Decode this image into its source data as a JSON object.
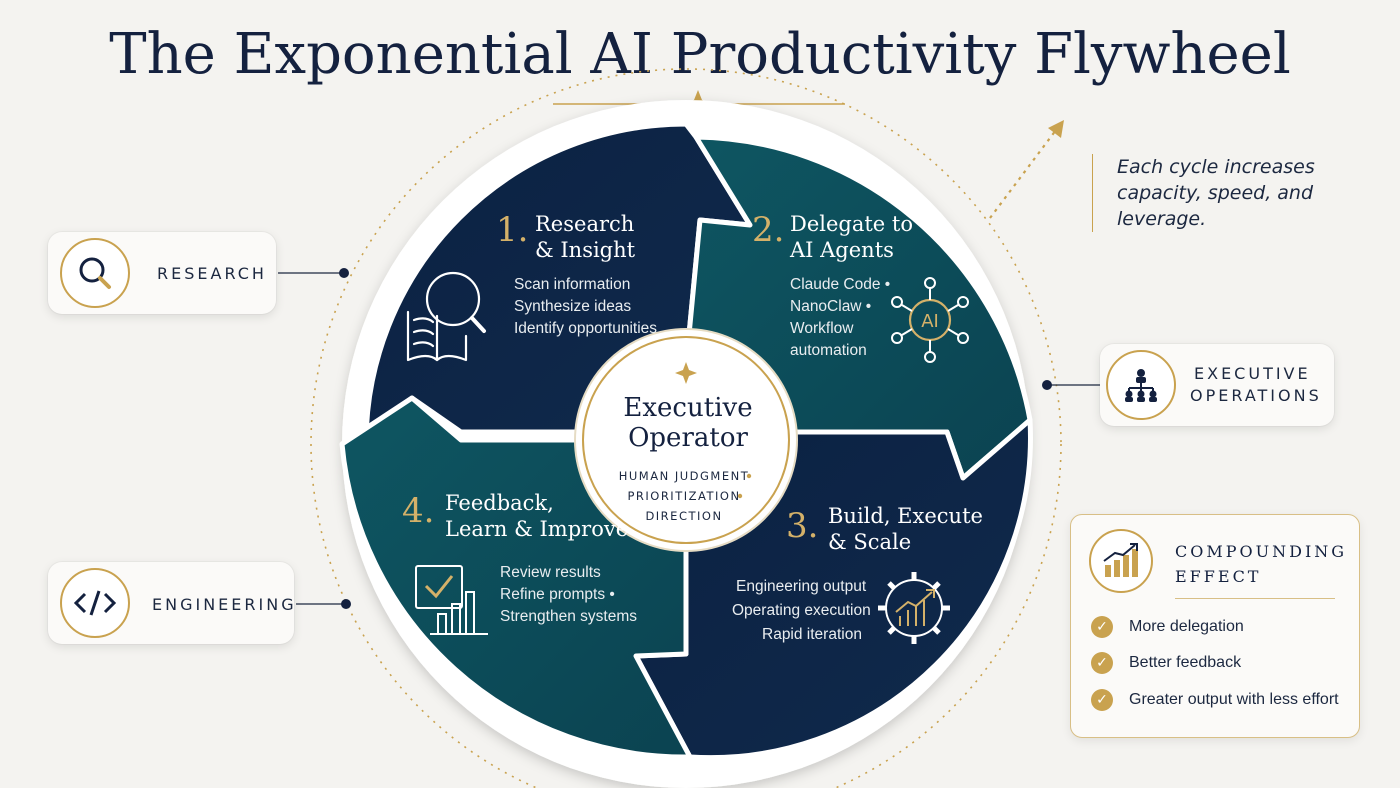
{
  "title": "The Exponential AI Productivity Flywheel",
  "stages": [
    {
      "num": "1.",
      "title": [
        "Research",
        "& Insight"
      ],
      "items": [
        "Scan information",
        "Synthesize ideas",
        "Identify opportunities"
      ],
      "icon": "book-magnifier-icon"
    },
    {
      "num": "2.",
      "title": [
        "Delegate to",
        "AI Agents"
      ],
      "items": [
        "Claude Code •",
        "NanoClaw •",
        "Workflow",
        "automation"
      ],
      "icon": "ai-network-icon",
      "icon_text": "AI"
    },
    {
      "num": "3.",
      "title": [
        "Build, Execute",
        "& Scale"
      ],
      "items": [
        "Engineering output",
        "Operating execution",
        "Rapid iteration"
      ],
      "icon": "gear-chart-icon"
    },
    {
      "num": "4.",
      "title": [
        "Feedback,",
        "Learn & Improve"
      ],
      "items": [
        "Review results",
        "Refine prompts •",
        "Strengthen systems"
      ],
      "icon": "checklist-chart-icon"
    }
  ],
  "center": {
    "title": [
      "Executive",
      "Operator"
    ],
    "sub": [
      "HUMAN JUDGMENT",
      "PRIORITIZATION",
      "DIRECTION"
    ]
  },
  "pills": {
    "research": {
      "label": "RESEARCH",
      "icon": "search-icon"
    },
    "engineering": {
      "label": "ENGINEERING",
      "icon": "code-icon"
    },
    "operations": {
      "label": [
        "EXECUTIVE",
        "OPERATIONS"
      ],
      "icon": "org-chart-icon"
    }
  },
  "note": "Each cycle increases capacity, speed, and leverage.",
  "compounding": {
    "title": [
      "COMPOUNDING",
      "EFFECT"
    ],
    "icon": "bar-chart-growth-icon",
    "items": [
      "More delegation",
      "Better feedback",
      "Greater output with less effort"
    ]
  },
  "colors": {
    "navy": "#0e2646",
    "teal": "#0d4c5a",
    "gold": "#c9a24f",
    "background": "#f4f3f0"
  }
}
